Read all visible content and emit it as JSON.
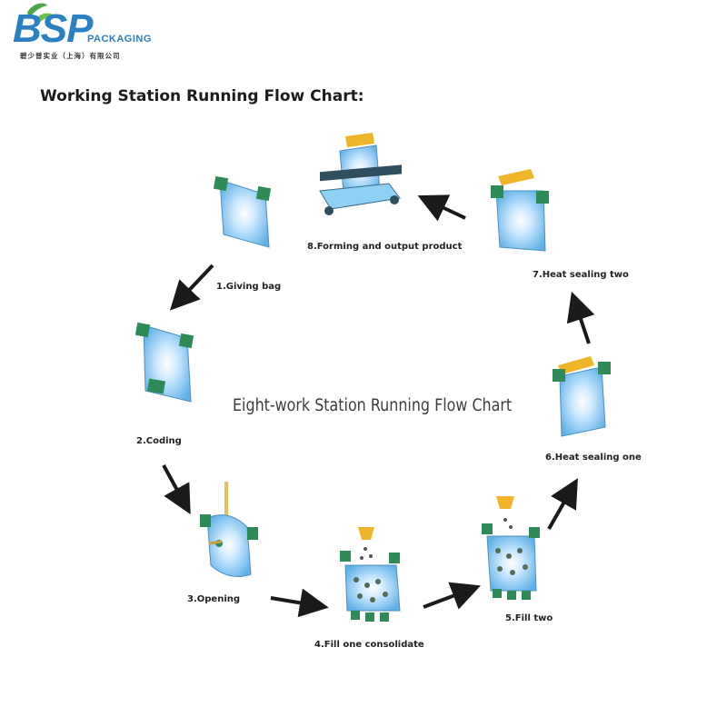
{
  "logo": {
    "mark": "BSP",
    "packaging": "PACKAGING",
    "company_cn": "碧少普实业（上海）有限公司"
  },
  "page_title": "Working Station Running Flow Chart:",
  "diagram": {
    "center_title": "Eight-work Station Running Flow Chart",
    "stations": [
      {
        "label": "1.Giving bag",
        "icon": "bag-icon"
      },
      {
        "label": "2.Coding",
        "icon": "bag-coding-icon"
      },
      {
        "label": "3.Opening",
        "icon": "bag-opening-icon"
      },
      {
        "label": "4.Fill one consolidate",
        "icon": "bag-filling-icon"
      },
      {
        "label": "5.Fill two",
        "icon": "bag-filling-icon"
      },
      {
        "label": "6.Heat sealing one",
        "icon": "bag-sealing-icon"
      },
      {
        "label": "7.Heat sealing two",
        "icon": "bag-sealing-icon"
      },
      {
        "label": "8.Forming and output product",
        "icon": "conveyor-output-icon"
      }
    ]
  },
  "colors": {
    "logo_blue": "#2b7fc3",
    "logo_green": "#4aa84a",
    "bag_blue": "#7fc4ee",
    "clip_green": "#2e8b57",
    "sealer_yellow": "#f0b429",
    "arrow": "#1a1a1a"
  }
}
